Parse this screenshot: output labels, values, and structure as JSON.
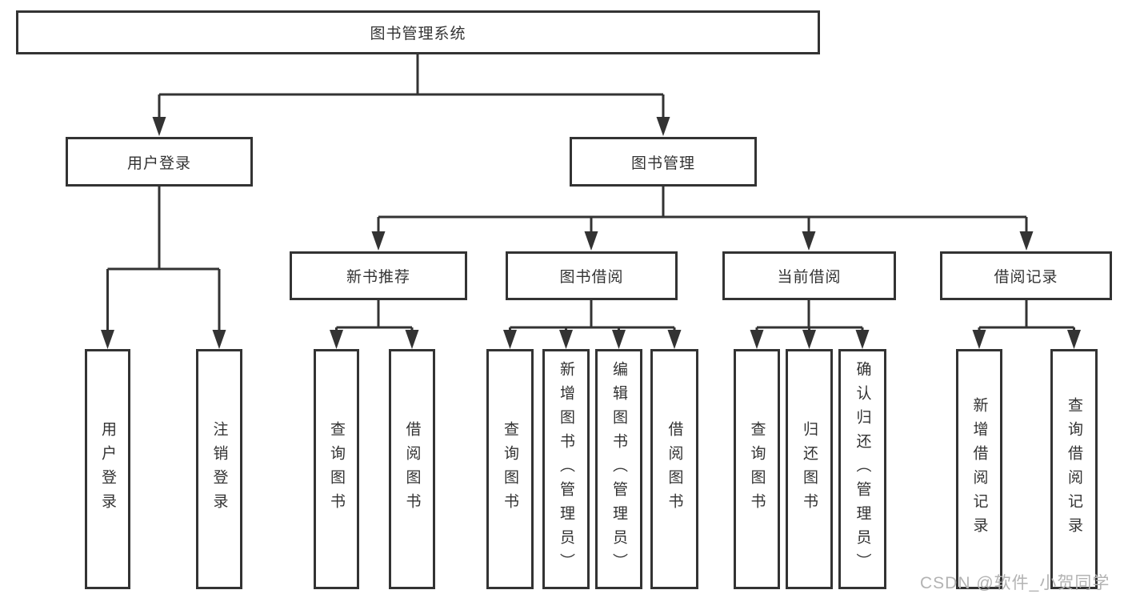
{
  "colors": {
    "line": "#333333",
    "box_bg": "#ffffff",
    "text": "#333333",
    "watermark": "#b3b3b3",
    "page_bg": "#ffffff"
  },
  "watermark": {
    "text": "CSDN @软件_小贺同学"
  },
  "tree": {
    "root": {
      "label": "图书管理系统"
    },
    "branches": [
      {
        "label": "用户登录",
        "children": [
          {
            "label": "用户登录"
          },
          {
            "label": "注销登录"
          }
        ]
      },
      {
        "label": "图书管理",
        "children": [
          {
            "label": "新书推荐",
            "children": [
              {
                "label": "查询图书"
              },
              {
                "label": "借阅图书"
              }
            ]
          },
          {
            "label": "图书借阅",
            "children": [
              {
                "label": "查询图书"
              },
              {
                "label": "新增图书（管理员）"
              },
              {
                "label": "编辑图书（管理员）"
              },
              {
                "label": "借阅图书"
              }
            ]
          },
          {
            "label": "当前借阅",
            "children": [
              {
                "label": "查询图书"
              },
              {
                "label": "归还图书"
              },
              {
                "label": "确认归还（管理员）"
              }
            ]
          },
          {
            "label": "借阅记录",
            "children": [
              {
                "label": "新增借阅记录"
              },
              {
                "label": "查询借阅记录"
              }
            ]
          }
        ]
      }
    ]
  }
}
